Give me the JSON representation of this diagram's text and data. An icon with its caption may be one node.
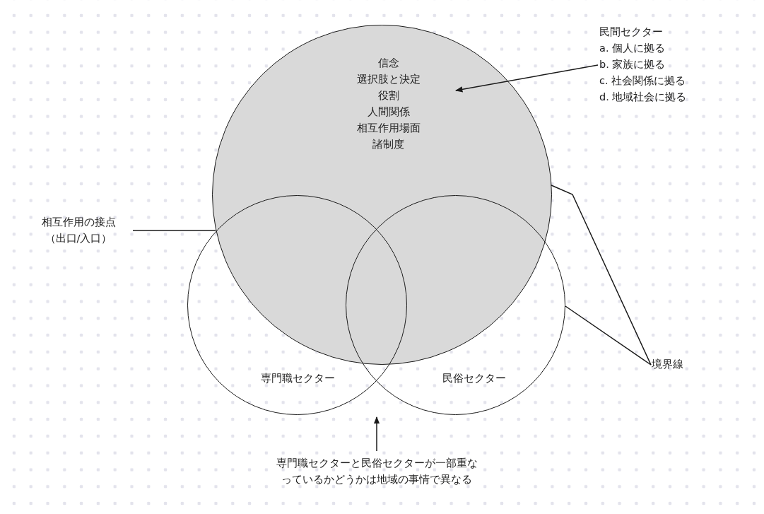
{
  "diagram": {
    "nodes": [
      {
        "text": [
          "信念",
          "選択肢と決定",
          "役割",
          "人間関係",
          "相互作用場面",
          "諸制度"
        ]
      },
      {
        "text": [
          "専門職セクター"
        ]
      },
      {
        "text": [
          "民俗セクター"
        ]
      },
      {
        "text": [
          "民間セクター",
          "a. 個人に拠る",
          "b. 家族に拠る",
          "c. 社会関係に拠る",
          "d. 地域社会に拠る"
        ]
      },
      {
        "text": [
          "相互作用の接点（出口/入口）"
        ]
      },
      {
        "text": [
          "境界線"
        ]
      },
      {
        "text": [
          "専門職セクターと民俗セクターが一部重なっているかどうかは地域の事情で異なる"
        ]
      }
    ],
    "edges": [
      {
        "from": 3,
        "to": 0,
        "arrow": "to"
      },
      {
        "from": 4,
        "to": 1,
        "arrow": "none"
      },
      {
        "from": 5,
        "to": 0,
        "arrow": "none"
      },
      {
        "from": 5,
        "to": 2,
        "arrow": "none"
      },
      {
        "from": 6,
        "to": 1,
        "arrow": "to"
      }
    ]
  }
}
